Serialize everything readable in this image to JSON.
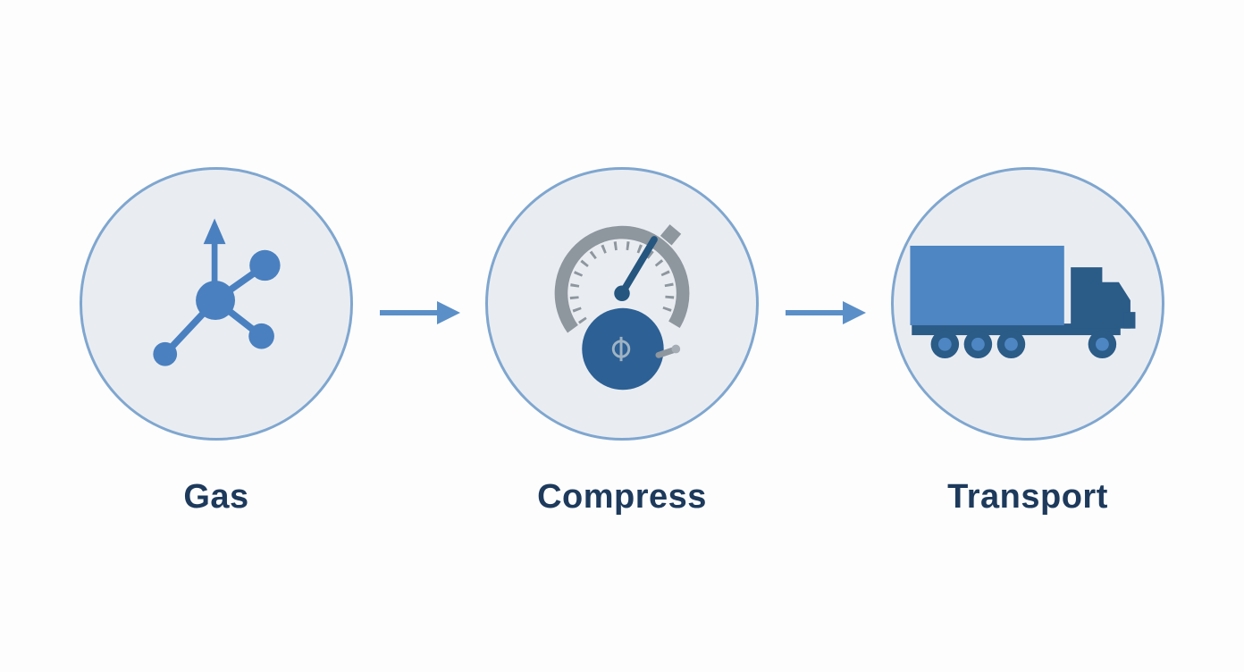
{
  "diagram": {
    "title": "gas-compress-transport-flow",
    "steps": [
      {
        "label": "Gas",
        "icon": "gas-molecule-icon"
      },
      {
        "label": "Compress",
        "icon": "pressure-gauge-icon"
      },
      {
        "label": "Transport",
        "icon": "truck-icon"
      }
    ],
    "arrows": [
      {
        "icon": "right-arrow-icon"
      },
      {
        "icon": "right-arrow-icon"
      }
    ],
    "colors": {
      "background": "#fdfdfd",
      "circle_fill": "#e9edf2",
      "circle_border": "#7fa6cf",
      "arrow_blue": "#5b8fc7",
      "label_navy": "#1d3a5c",
      "icon_mid_blue": "#4a80bf",
      "icon_dark_blue": "#2b5b87",
      "gauge_gray": "#8e969e"
    }
  }
}
